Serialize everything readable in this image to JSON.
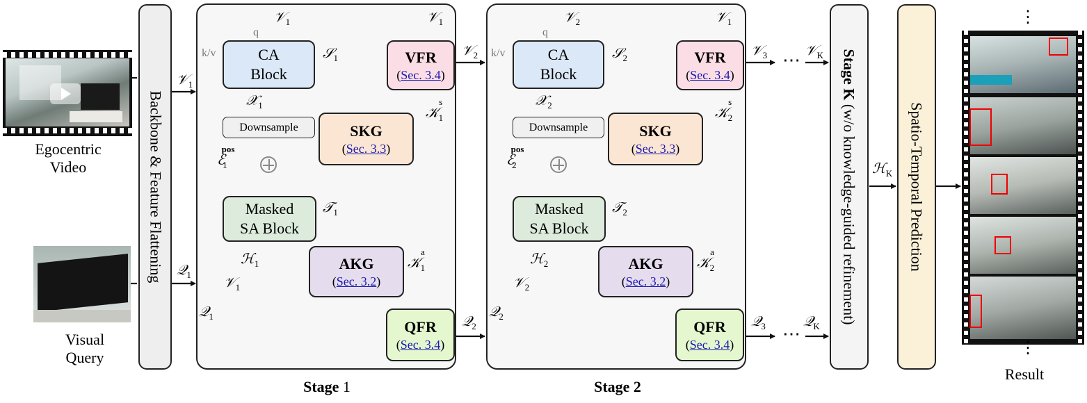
{
  "inputs": {
    "video_label": "Egocentric\nVideo",
    "query_label": "Visual\nQuery"
  },
  "backbone": "Backbone & Feature Flattening",
  "stages": [
    {
      "title_bold": "Stage",
      "title_num": "1",
      "ca_block": "CA\nBlock",
      "downsample": "Downsample",
      "masked_sa": "Masked\nSA Block",
      "skg": "SKG",
      "skg_ref": "Sec. 3.3",
      "akg": "AKG",
      "akg_ref": "Sec. 3.2",
      "vfr": "VFR",
      "vfr_ref": "Sec. 3.4",
      "qfr": "QFR",
      "qfr_ref": "Sec. 3.4",
      "q_in": "q",
      "kv_in": "k/v"
    },
    {
      "title_bold": "Stage",
      "title_num": "2",
      "ca_block": "CA\nBlock",
      "downsample": "Downsample",
      "masked_sa": "Masked\nSA Block",
      "skg": "SKG",
      "skg_ref": "Sec. 3.3",
      "akg": "AKG",
      "akg_ref": "Sec. 3.2",
      "vfr": "VFR",
      "vfr_ref": "Sec. 3.4",
      "qfr": "QFR",
      "qfr_ref": "Sec. 3.4",
      "q_in": "q",
      "kv_in": "k/v"
    }
  ],
  "stage_k": {
    "bold": "Stage K",
    "rest": " (w/o knowledge-guided refinement)"
  },
  "prediction": "Spatio-Temporal Prediction",
  "result_label": "Result",
  "ellipsis": "⋯",
  "colors": {
    "ca": "#dbe8f8",
    "skg": "#fbe6d4",
    "vfr": "#fbdde6",
    "masked": "#dcebdc",
    "akg": "#e5dcee",
    "qfr": "#e4f7cf",
    "downsample": "#f0f0f0",
    "prediction": "#fbf1d9",
    "box_red": "#e00000"
  }
}
